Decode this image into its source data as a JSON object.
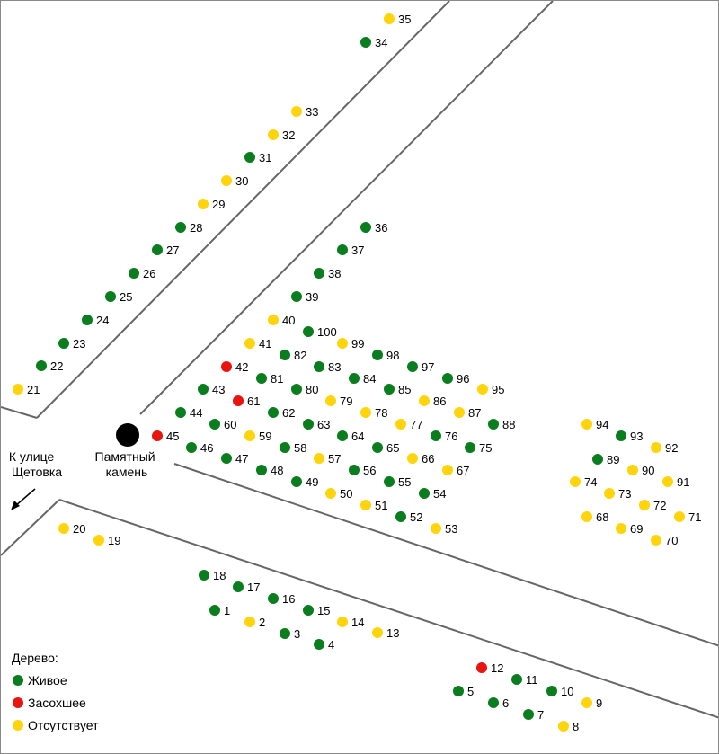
{
  "colors": {
    "alive": "#0a7d1e",
    "dead": "#e8140f",
    "missing": "#ffd40b"
  },
  "memorial_label": [
    "Памятный",
    "камень"
  ],
  "direction_label": [
    "К улице",
    "Щетовка"
  ],
  "legend": {
    "title": "Дерево:",
    "items": [
      {
        "status": "alive",
        "label": "Живое"
      },
      {
        "status": "dead",
        "label": "Засохшее"
      },
      {
        "status": "missing",
        "label": "Отсутствует"
      }
    ]
  },
  "trees": [
    {
      "n": "1",
      "status": "alive"
    },
    {
      "n": "2",
      "status": "missing"
    },
    {
      "n": "3",
      "status": "alive"
    },
    {
      "n": "4",
      "status": "alive"
    },
    {
      "n": "5",
      "status": "alive"
    },
    {
      "n": "6",
      "status": "alive"
    },
    {
      "n": "7",
      "status": "alive"
    },
    {
      "n": "8",
      "status": "missing"
    },
    {
      "n": "9",
      "status": "missing"
    },
    {
      "n": "10",
      "status": "alive"
    },
    {
      "n": "11",
      "status": "alive"
    },
    {
      "n": "12",
      "status": "dead"
    },
    {
      "n": "13",
      "status": "missing"
    },
    {
      "n": "14",
      "status": "missing"
    },
    {
      "n": "15",
      "status": "alive"
    },
    {
      "n": "16",
      "status": "alive"
    },
    {
      "n": "17",
      "status": "alive"
    },
    {
      "n": "18",
      "status": "alive"
    },
    {
      "n": "19",
      "status": "missing"
    },
    {
      "n": "20",
      "status": "missing"
    },
    {
      "n": "21",
      "status": "missing"
    },
    {
      "n": "22",
      "status": "alive"
    },
    {
      "n": "23",
      "status": "alive"
    },
    {
      "n": "24",
      "status": "alive"
    },
    {
      "n": "25",
      "status": "alive"
    },
    {
      "n": "26",
      "status": "alive"
    },
    {
      "n": "27",
      "status": "alive"
    },
    {
      "n": "28",
      "status": "alive"
    },
    {
      "n": "29",
      "status": "missing"
    },
    {
      "n": "30",
      "status": "missing"
    },
    {
      "n": "31",
      "status": "alive"
    },
    {
      "n": "32",
      "status": "missing"
    },
    {
      "n": "33",
      "status": "missing"
    },
    {
      "n": "34",
      "status": "alive"
    },
    {
      "n": "35",
      "status": "missing"
    },
    {
      "n": "36",
      "status": "alive"
    },
    {
      "n": "37",
      "status": "alive"
    },
    {
      "n": "38",
      "status": "alive"
    },
    {
      "n": "39",
      "status": "alive"
    },
    {
      "n": "40",
      "status": "missing"
    },
    {
      "n": "41",
      "status": "missing"
    },
    {
      "n": "42",
      "status": "dead"
    },
    {
      "n": "43",
      "status": "alive"
    },
    {
      "n": "44",
      "status": "alive"
    },
    {
      "n": "45",
      "status": "dead"
    },
    {
      "n": "46",
      "status": "alive"
    },
    {
      "n": "47",
      "status": "alive"
    },
    {
      "n": "48",
      "status": "alive"
    },
    {
      "n": "49",
      "status": "alive"
    },
    {
      "n": "50",
      "status": "missing"
    },
    {
      "n": "51",
      "status": "missing"
    },
    {
      "n": "52",
      "status": "alive"
    },
    {
      "n": "53",
      "status": "missing"
    },
    {
      "n": "54",
      "status": "alive"
    },
    {
      "n": "55",
      "status": "alive"
    },
    {
      "n": "56",
      "status": "alive"
    },
    {
      "n": "57",
      "status": "missing"
    },
    {
      "n": "58",
      "status": "alive"
    },
    {
      "n": "59",
      "status": "missing"
    },
    {
      "n": "60",
      "status": "alive"
    },
    {
      "n": "61",
      "status": "dead"
    },
    {
      "n": "62",
      "status": "alive"
    },
    {
      "n": "63",
      "status": "alive"
    },
    {
      "n": "64",
      "status": "alive"
    },
    {
      "n": "65",
      "status": "alive"
    },
    {
      "n": "66",
      "status": "missing"
    },
    {
      "n": "67",
      "status": "missing"
    },
    {
      "n": "68",
      "status": "missing"
    },
    {
      "n": "69",
      "status": "missing"
    },
    {
      "n": "70",
      "status": "missing"
    },
    {
      "n": "71",
      "status": "missing"
    },
    {
      "n": "72",
      "status": "missing"
    },
    {
      "n": "73",
      "status": "missing"
    },
    {
      "n": "74",
      "status": "missing"
    },
    {
      "n": "75",
      "status": "alive"
    },
    {
      "n": "76",
      "status": "alive"
    },
    {
      "n": "77",
      "status": "missing"
    },
    {
      "n": "78",
      "status": "missing"
    },
    {
      "n": "79",
      "status": "missing"
    },
    {
      "n": "80",
      "status": "alive"
    },
    {
      "n": "81",
      "status": "alive"
    },
    {
      "n": "82",
      "status": "alive"
    },
    {
      "n": "83",
      "status": "alive"
    },
    {
      "n": "84",
      "status": "alive"
    },
    {
      "n": "85",
      "status": "alive"
    },
    {
      "n": "86",
      "status": "missing"
    },
    {
      "n": "87",
      "status": "missing"
    },
    {
      "n": "88",
      "status": "alive"
    },
    {
      "n": "89",
      "status": "alive"
    },
    {
      "n": "90",
      "status": "missing"
    },
    {
      "n": "91",
      "status": "missing"
    },
    {
      "n": "92",
      "status": "missing"
    },
    {
      "n": "93",
      "status": "alive"
    },
    {
      "n": "94",
      "status": "missing"
    },
    {
      "n": "95",
      "status": "missing"
    },
    {
      "n": "96",
      "status": "alive"
    },
    {
      "n": "97",
      "status": "alive"
    },
    {
      "n": "98",
      "status": "alive"
    },
    {
      "n": "99",
      "status": "missing"
    },
    {
      "n": "100",
      "status": "alive"
    }
  ]
}
